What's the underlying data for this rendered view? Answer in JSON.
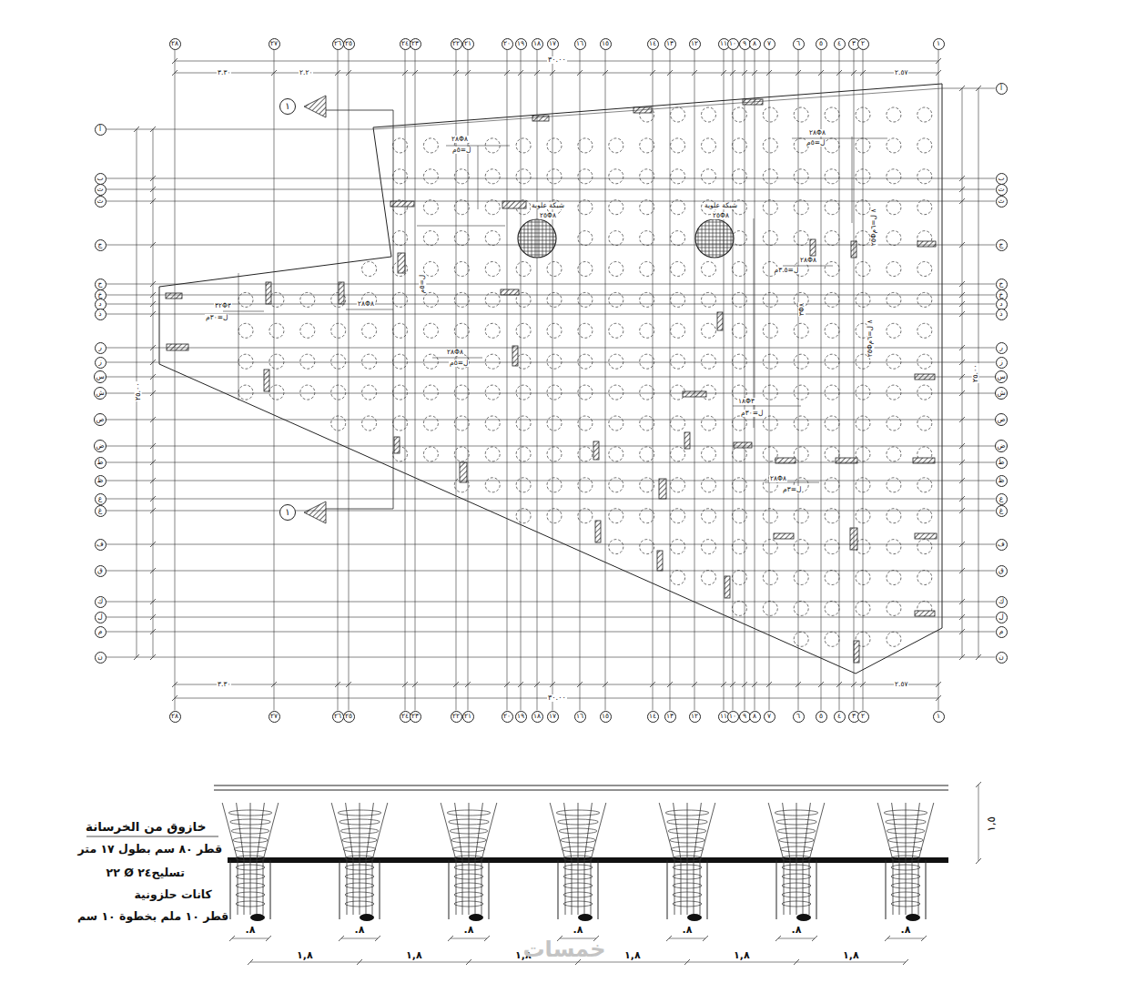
{
  "diagram": {
    "nodes": [
      {
        "text": [
          "٢٨"
        ]
      },
      {
        "text": [
          "٢٧"
        ]
      },
      {
        "text": [
          "٢٦"
        ]
      },
      {
        "text": [
          "٢٥"
        ]
      },
      {
        "text": [
          "٢٤"
        ]
      },
      {
        "text": [
          "٢٣"
        ]
      },
      {
        "text": [
          "٢٢"
        ]
      },
      {
        "text": [
          "٢١"
        ]
      },
      {
        "text": [
          "٢٠"
        ]
      },
      {
        "text": [
          "١٩"
        ]
      },
      {
        "text": [
          "١٨"
        ]
      },
      {
        "text": [
          "١٧"
        ]
      },
      {
        "text": [
          "١٦"
        ]
      },
      {
        "text": [
          "١٥"
        ]
      },
      {
        "text": [
          "١٤"
        ]
      },
      {
        "text": [
          "١٣"
        ]
      },
      {
        "text": [
          "١٢"
        ]
      },
      {
        "text": [
          "١١"
        ]
      },
      {
        "text": [
          "١٠"
        ]
      },
      {
        "text": [
          "٩"
        ]
      },
      {
        "text": [
          "٨"
        ]
      },
      {
        "text": [
          "٧"
        ]
      },
      {
        "text": [
          "٦"
        ]
      },
      {
        "text": [
          "٥"
        ]
      },
      {
        "text": [
          "٤"
        ]
      },
      {
        "text": [
          "٣"
        ]
      },
      {
        "text": [
          "٢"
        ]
      },
      {
        "text": [
          "١"
        ]
      },
      {
        "text": [
          "٢٨"
        ]
      },
      {
        "text": [
          "٢٧"
        ]
      },
      {
        "text": [
          "٢٦"
        ]
      },
      {
        "text": [
          "٢٥"
        ]
      },
      {
        "text": [
          "٢٤"
        ]
      },
      {
        "text": [
          "٢٣"
        ]
      },
      {
        "text": [
          "٢٢"
        ]
      },
      {
        "text": [
          "٢١"
        ]
      },
      {
        "text": [
          "٢٠"
        ]
      },
      {
        "text": [
          "١٩"
        ]
      },
      {
        "text": [
          "١٨"
        ]
      },
      {
        "text": [
          "١٧"
        ]
      },
      {
        "text": [
          "١٦"
        ]
      },
      {
        "text": [
          "١٥"
        ]
      },
      {
        "text": [
          "١٤"
        ]
      },
      {
        "text": [
          "١٣"
        ]
      },
      {
        "text": [
          "١٢"
        ]
      },
      {
        "text": [
          "١١"
        ]
      },
      {
        "text": [
          "١٠"
        ]
      },
      {
        "text": [
          "٩"
        ]
      },
      {
        "text": [
          "٨"
        ]
      },
      {
        "text": [
          "٧"
        ]
      },
      {
        "text": [
          "٦"
        ]
      },
      {
        "text": [
          "٥"
        ]
      },
      {
        "text": [
          "٤"
        ]
      },
      {
        "text": [
          "٣"
        ]
      },
      {
        "text": [
          "٢"
        ]
      },
      {
        "text": [
          "١"
        ]
      },
      {
        "text": [
          "أ"
        ]
      },
      {
        "text": [
          "ب"
        ]
      },
      {
        "text": [
          "ت"
        ]
      },
      {
        "text": [
          "ث"
        ]
      },
      {
        "text": [
          "ج"
        ]
      },
      {
        "text": [
          "ح"
        ]
      },
      {
        "text": [
          "خ"
        ]
      },
      {
        "text": [
          "د"
        ]
      },
      {
        "text": [
          "ذ"
        ]
      },
      {
        "text": [
          "ر"
        ]
      },
      {
        "text": [
          "ز"
        ]
      },
      {
        "text": [
          "س"
        ]
      },
      {
        "text": [
          "ش"
        ]
      },
      {
        "text": [
          "ص"
        ]
      },
      {
        "text": [
          "ض"
        ]
      },
      {
        "text": [
          "ط"
        ]
      },
      {
        "text": [
          "ظ"
        ]
      },
      {
        "text": [
          "ع"
        ]
      },
      {
        "text": [
          "غ"
        ]
      },
      {
        "text": [
          "ف"
        ]
      },
      {
        "text": [
          "ق"
        ]
      },
      {
        "text": [
          "ك"
        ]
      },
      {
        "text": [
          "ل"
        ]
      },
      {
        "text": [
          "م"
        ]
      },
      {
        "text": [
          "ن"
        ]
      },
      {
        "text": [
          "أ"
        ]
      },
      {
        "text": [
          "ب"
        ]
      },
      {
        "text": [
          "ت"
        ]
      },
      {
        "text": [
          "ث"
        ]
      },
      {
        "text": [
          "ج"
        ]
      },
      {
        "text": [
          "ح"
        ]
      },
      {
        "text": [
          "خ"
        ]
      },
      {
        "text": [
          "د"
        ]
      },
      {
        "text": [
          "ذ"
        ]
      },
      {
        "text": [
          "ر"
        ]
      },
      {
        "text": [
          "ز"
        ]
      },
      {
        "text": [
          "س"
        ]
      },
      {
        "text": [
          "ش"
        ]
      },
      {
        "text": [
          "ص"
        ]
      },
      {
        "text": [
          "ض"
        ]
      },
      {
        "text": [
          "ط"
        ]
      },
      {
        "text": [
          "ظ"
        ]
      },
      {
        "text": [
          "ع"
        ]
      },
      {
        "text": [
          "غ"
        ]
      },
      {
        "text": [
          "ف"
        ]
      },
      {
        "text": [
          "ق"
        ]
      },
      {
        "text": [
          "ك"
        ]
      },
      {
        "text": [
          "ل"
        ]
      },
      {
        "text": [
          "م"
        ]
      },
      {
        "text": [
          "ن"
        ]
      },
      {
        "text": [
          "١"
        ]
      },
      {
        "text": [
          "١"
        ]
      }
    ],
    "edges": [
      {
        "from": 0,
        "to": 28,
        "arrow": "none"
      },
      {
        "from": 1,
        "to": 29,
        "arrow": "none"
      },
      {
        "from": 2,
        "to": 30,
        "arrow": "none"
      },
      {
        "from": 3,
        "to": 31,
        "arrow": "none"
      },
      {
        "from": 4,
        "to": 32,
        "arrow": "none"
      },
      {
        "from": 5,
        "to": 33,
        "arrow": "none"
      },
      {
        "from": 6,
        "to": 34,
        "arrow": "none"
      },
      {
        "from": 7,
        "to": 35,
        "arrow": "none"
      },
      {
        "from": 8,
        "to": 36,
        "arrow": "none"
      },
      {
        "from": 9,
        "to": 37,
        "arrow": "none"
      },
      {
        "from": 10,
        "to": 38,
        "arrow": "none"
      },
      {
        "from": 11,
        "to": 39,
        "arrow": "none"
      },
      {
        "from": 12,
        "to": 40,
        "arrow": "none"
      },
      {
        "from": 13,
        "to": 41,
        "arrow": "none"
      },
      {
        "from": 14,
        "to": 42,
        "arrow": "none"
      },
      {
        "from": 15,
        "to": 43,
        "arrow": "none"
      },
      {
        "from": 16,
        "to": 44,
        "arrow": "none"
      },
      {
        "from": 17,
        "to": 45,
        "arrow": "none"
      },
      {
        "from": 18,
        "to": 46,
        "arrow": "none"
      },
      {
        "from": 19,
        "to": 47,
        "arrow": "none"
      },
      {
        "from": 20,
        "to": 48,
        "arrow": "none"
      },
      {
        "from": 21,
        "to": 49,
        "arrow": "none"
      },
      {
        "from": 22,
        "to": 50,
        "arrow": "none"
      },
      {
        "from": 23,
        "to": 51,
        "arrow": "none"
      },
      {
        "from": 24,
        "to": 52,
        "arrow": "none"
      },
      {
        "from": 25,
        "to": 53,
        "arrow": "none"
      },
      {
        "from": 26,
        "to": 54,
        "arrow": "none"
      },
      {
        "from": 27,
        "to": 55,
        "arrow": "none"
      },
      {
        "from": 56,
        "to": 81,
        "arrow": "none"
      },
      {
        "from": 57,
        "to": 82,
        "arrow": "none"
      },
      {
        "from": 58,
        "to": 83,
        "arrow": "none"
      },
      {
        "from": 59,
        "to": 84,
        "arrow": "none"
      },
      {
        "from": 60,
        "to": 85,
        "arrow": "none"
      },
      {
        "from": 61,
        "to": 86,
        "arrow": "none"
      },
      {
        "from": 62,
        "to": 87,
        "arrow": "none"
      },
      {
        "from": 63,
        "to": 88,
        "arrow": "none"
      },
      {
        "from": 64,
        "to": 89,
        "arrow": "none"
      },
      {
        "from": 65,
        "to": 90,
        "arrow": "none"
      },
      {
        "from": 66,
        "to": 91,
        "arrow": "none"
      },
      {
        "from": 67,
        "to": 92,
        "arrow": "none"
      },
      {
        "from": 68,
        "to": 93,
        "arrow": "none"
      },
      {
        "from": 69,
        "to": 94,
        "arrow": "none"
      },
      {
        "from": 70,
        "to": 95,
        "arrow": "none"
      },
      {
        "from": 71,
        "to": 96,
        "arrow": "none"
      },
      {
        "from": 72,
        "to": 97,
        "arrow": "none"
      },
      {
        "from": 73,
        "to": 98,
        "arrow": "none"
      },
      {
        "from": 74,
        "to": 99,
        "arrow": "none"
      },
      {
        "from": 75,
        "to": 100,
        "arrow": "none"
      },
      {
        "from": 76,
        "to": 101,
        "arrow": "none"
      },
      {
        "from": 77,
        "to": 102,
        "arrow": "none"
      },
      {
        "from": 78,
        "to": 103,
        "arrow": "none"
      },
      {
        "from": 79,
        "to": 104,
        "arrow": "none"
      },
      {
        "from": 80,
        "to": 105,
        "arrow": "none"
      }
    ],
    "labels": [
      "٣٠.٠٠",
      "٣.٣٠",
      "٢.٢٠",
      "٢.٥٧",
      "٣٠.٠٠",
      "٣.٣٠",
      "٢.٥٧",
      "٢٥.٠٠",
      "٢٥.٠٠",
      "٢٨Φ٨",
      "ل=٥م",
      "شبكة علوية",
      "٢٥Φ٨",
      "شبكة علوية",
      "٢٥Φ٨",
      "٢٨Φ٨",
      "ل=٥م",
      "٢٥Φ٨ ل=٦م",
      "٢٨Φ٨",
      "ل=٣.٥م",
      "٣٢Φ٣",
      "ل=٣٠م",
      "٢٨Φ٨",
      "ل=٥م",
      "٢٨Φ٨",
      "ل=٥م",
      "١٨Φ٣",
      "ل=٣٠م",
      "٣Φ٨",
      "٢٥Φ٨ ل=٦م",
      "٢٨Φ٨",
      "ل=٣م",
      "خازوق من الخرسانة",
      "قطر ٨٠ سم بطول ١٧ متر",
      "تسليح٢٤ Ø ٢٢",
      "كانات حلزونية",
      "قطر ١٠ ملم بخطوة ١٠ سم",
      "١,٥",
      ".٨",
      ".٨",
      ".٨",
      ".٨",
      ".٨",
      ".٨",
      ".٨",
      "١,٨",
      "١,٨",
      "١,٨",
      "١,٨",
      "١,٨",
      "١,٨",
      "خمسات"
    ]
  }
}
